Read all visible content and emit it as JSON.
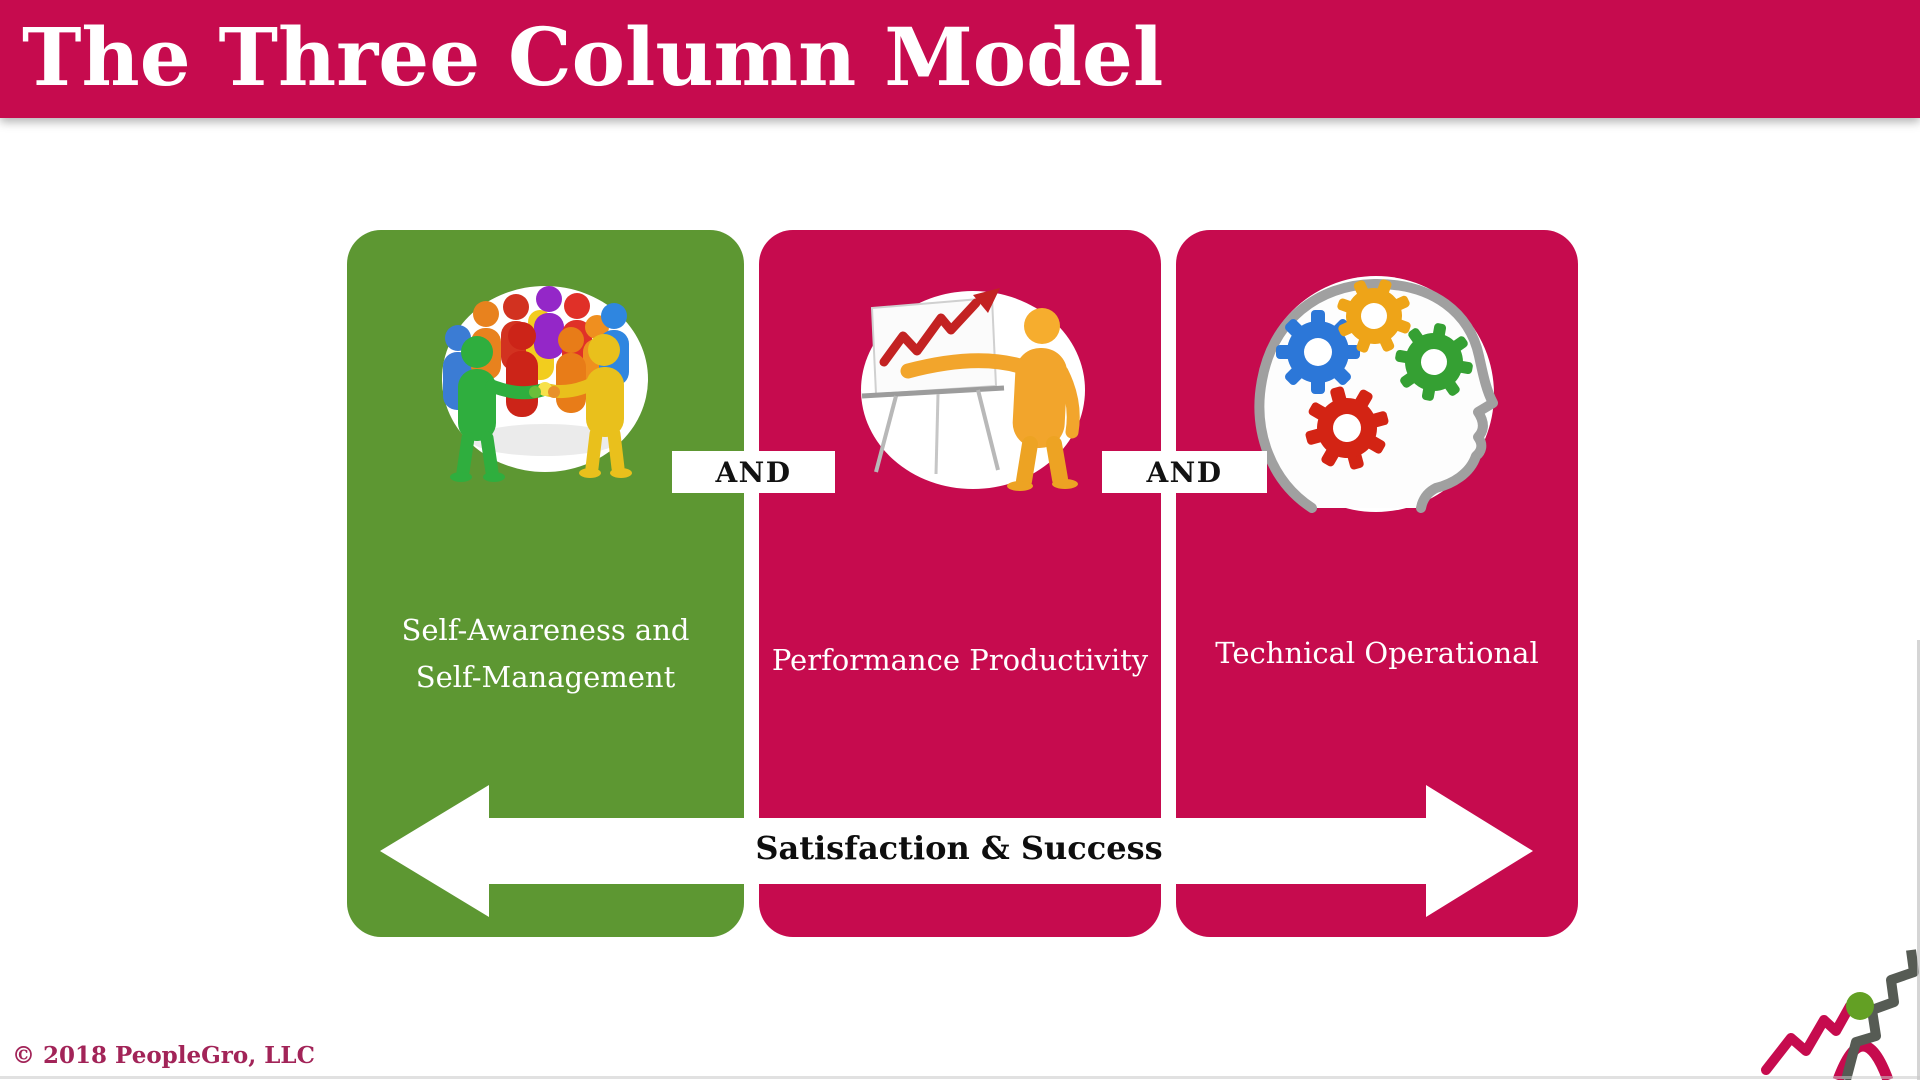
{
  "title": "The Three Column Model",
  "colors": {
    "crimson": "#c60b4e",
    "green": "#5d9732",
    "copyright": "#a22458"
  },
  "columns": [
    {
      "label_line1": "Self-Awareness and",
      "label_line2": "Self-Management",
      "image": "team-huddle"
    },
    {
      "label": "Performance Productivity",
      "image": "presenter-growth-chart"
    },
    {
      "label": "Technical Operational",
      "image": "head-with-gears"
    }
  ],
  "connectors": [
    {
      "label": "AND"
    },
    {
      "label": "AND"
    }
  ],
  "arrow": {
    "label": "Satisfaction & Success"
  },
  "footer": {
    "copyright": "© 2018 PeopleGro, LLC"
  },
  "logo": {
    "name": "peoplegro-growth-figure"
  }
}
